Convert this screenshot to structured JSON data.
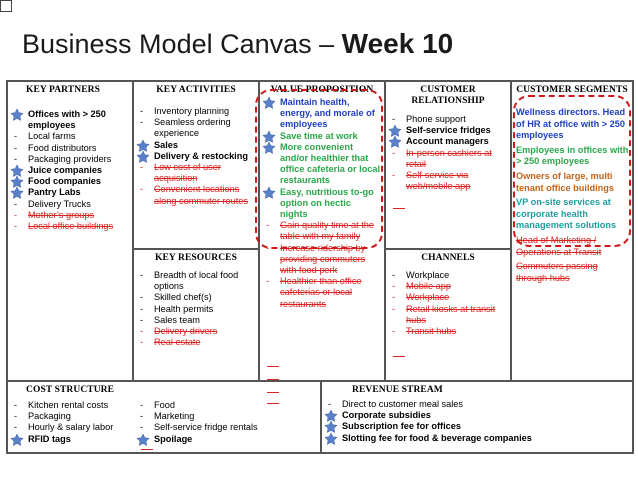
{
  "title": {
    "prefix": "Business Model Canvas – ",
    "week": "Week 10"
  },
  "key_partners": {
    "header": "KEY PARTNERS",
    "items": [
      {
        "text": "Offices with > 250 employees",
        "bold": true,
        "star": true
      },
      {
        "text": "Local farms"
      },
      {
        "text": "Food distributors"
      },
      {
        "text": "Packaging providers"
      },
      {
        "text": "Juice companies",
        "bold": true,
        "star": true
      },
      {
        "text": "Food companies",
        "bold": true,
        "star": true
      },
      {
        "text": "Pantry Labs",
        "bold": true,
        "star": true
      },
      {
        "text": "Delivery Trucks"
      },
      {
        "text": "Mother’s groups",
        "struck": true
      },
      {
        "text": "Local office buildings",
        "struck": true
      }
    ]
  },
  "key_activities": {
    "header": "KEY ACTIVITIES",
    "items": [
      {
        "text": "Inventory planning"
      },
      {
        "text": "Seamless ordering experience"
      },
      {
        "text": "Sales",
        "bold": true,
        "star": true
      },
      {
        "text": "Delivery & restocking",
        "bold": true,
        "star": true
      },
      {
        "text": "Low cost of user acquisition",
        "struck": true
      },
      {
        "text": "Convenient locations along commuter routes",
        "struck": true
      }
    ]
  },
  "key_resources": {
    "header": "KEY RESOURCES",
    "items": [
      {
        "text": "Breadth of local food options"
      },
      {
        "text": "Skilled chef(s)"
      },
      {
        "text": "Health permits"
      },
      {
        "text": "Sales team"
      },
      {
        "text": "Delivery drivers",
        "struck": true
      },
      {
        "text": "Real estate",
        "struck": true
      }
    ]
  },
  "value_proposition": {
    "header": "VALUE PROPOSITION",
    "items": [
      {
        "text": "Maintain health, energy, and morale of employees",
        "star": true
      },
      {
        "text": "Save time at work",
        "star": true
      },
      {
        "text": "More convenient and/or healthier that office cafeteria or local restaurants",
        "star": true
      },
      {
        "text": "Easy, nutritious to-go option on hectic nights",
        "star": true
      },
      {
        "text": "Gain quality time at the table with my family",
        "struck": true
      },
      {
        "text": "Increase ridership by providing commuters with food perk",
        "struck": true
      },
      {
        "text": "Healthier than office cafeterias or local restaurants",
        "struck": true
      }
    ]
  },
  "customer_relationship": {
    "header": "CUSTOMER RELATIONSHIP",
    "items": [
      {
        "text": "Phone support"
      },
      {
        "text": "Self-service fridges",
        "bold": true,
        "star": true
      },
      {
        "text": "Account managers",
        "bold": true,
        "star": true
      },
      {
        "text": "In-person cashiers at retail",
        "struck": true
      },
      {
        "text": "Self-service via web/mobile app",
        "struck": true
      }
    ]
  },
  "channels": {
    "header": "CHANNELS",
    "items": [
      {
        "text": "Workplace"
      },
      {
        "text": "Mobile app",
        "struck": true
      },
      {
        "text": "Workplace",
        "struck": true
      },
      {
        "text": "Retail kiosks at transit hubs",
        "struck": true
      },
      {
        "text": "Transit hubs",
        "struck": true
      }
    ]
  },
  "customer_segments": {
    "header": "CUSTOMER SEGMENTS",
    "blue": "Wellness directors. Head of HR at office with > 250 employees",
    "green": "Employees in offices with > 250 employees",
    "orange": "Owners of large, multi tenant office buildings",
    "teal": "VP on-site services at corporate health management solutions",
    "struck1": "Head of Marketing / Operations at Transit",
    "struck2": "Commuters passing through hubs"
  },
  "cost_structure": {
    "header": "COST STRUCTURE",
    "col1": [
      {
        "text": "Kitchen rental costs"
      },
      {
        "text": "Packaging"
      },
      {
        "text": "Hourly & salary labor"
      },
      {
        "text": "RFID tags",
        "bold": true,
        "star": true
      }
    ],
    "col2": [
      {
        "text": "Food"
      },
      {
        "text": "Marketing"
      },
      {
        "text": "Self-service fridge rentals"
      },
      {
        "text": "Spoilage",
        "bold": true,
        "star": true
      }
    ]
  },
  "revenue_stream": {
    "header": "REVENUE STREAM",
    "items": [
      {
        "text": "Direct to customer meal sales"
      },
      {
        "text": "Corporate subsidies",
        "bold": true,
        "star": true
      },
      {
        "text": "Subscription fee for offices",
        "bold": true,
        "star": true
      },
      {
        "text": "Slotting fee for food & beverage companies",
        "bold": true,
        "star": true
      }
    ]
  },
  "colors": {
    "accent_red": "#d22",
    "border": "#555",
    "star": "#5a80c8"
  },
  "icons": {
    "star": "star-icon",
    "checkbox": "checkbox-icon"
  }
}
